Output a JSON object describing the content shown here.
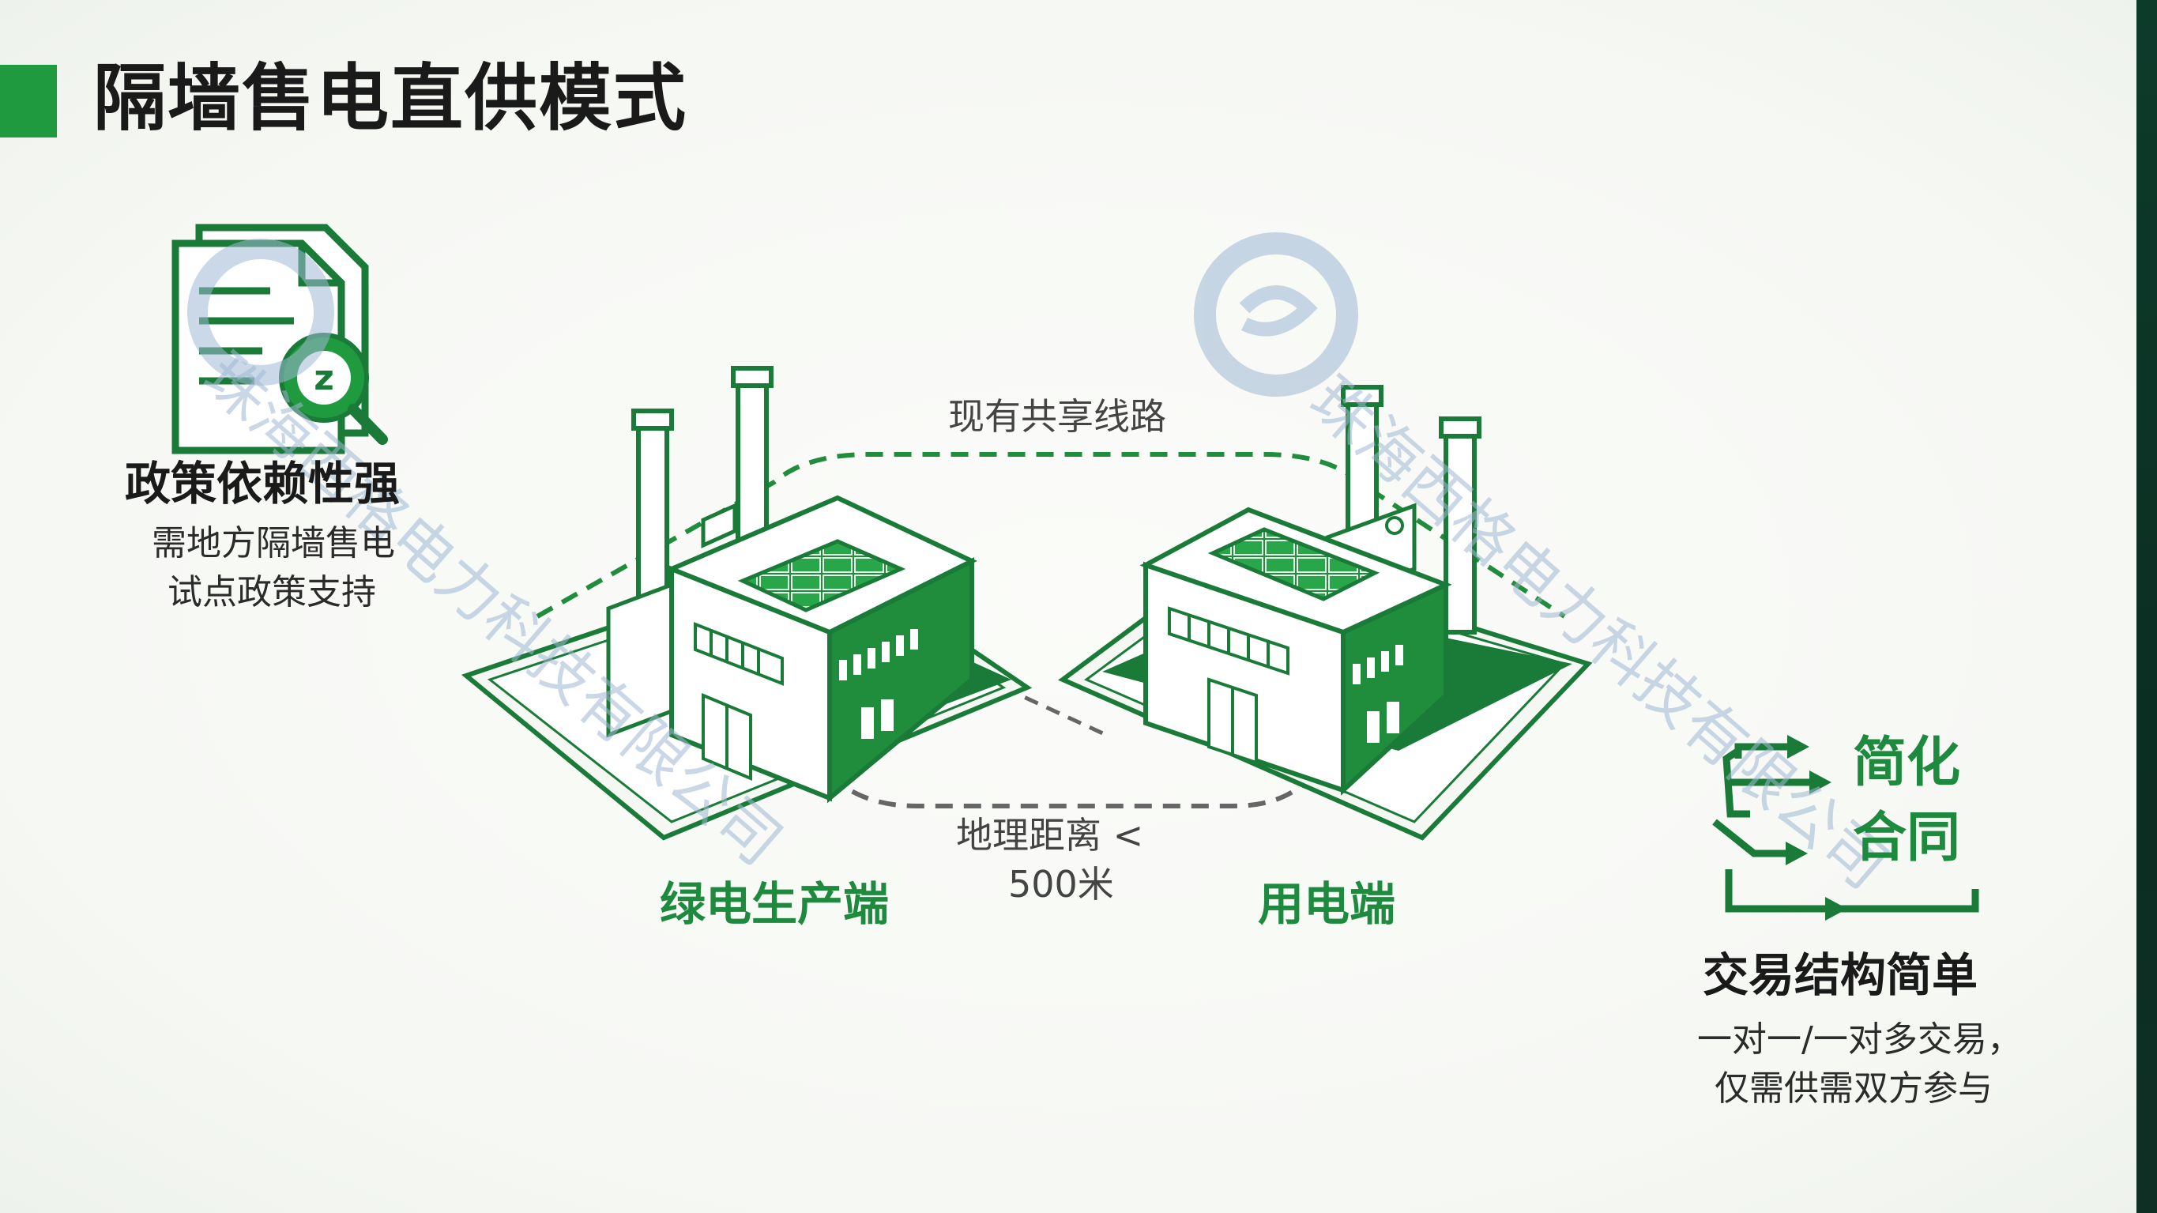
{
  "title": "隔墙售电直供模式",
  "policy": {
    "heading": "政策依赖性强",
    "line1": "需地方隔墙售电",
    "line2": "试点政策支持"
  },
  "diagram": {
    "shared_line_label": "现有共享线路",
    "distance_label_line1": "地理距离 <",
    "distance_label_line2": "500米",
    "producer_label": "绿电生产端",
    "consumer_label": "用电端"
  },
  "contract": {
    "line1": "简化",
    "line2": "合同"
  },
  "trade": {
    "heading": "交易结构简单",
    "line1": "一对一/一对多交易，",
    "line2": "仅需供需双方参与"
  },
  "watermark": {
    "text1": "珠海西格电力科技有限公司",
    "text2": "珠海西格电力科技有限公司"
  },
  "colors": {
    "accent": "#1f9a3f",
    "dark_green": "#1a7a38",
    "watermark": "#9fb8d4"
  },
  "icons": [
    "document-magnifier-icon",
    "factory-icon",
    "factory-icon",
    "contract-cycle-arrows-icon",
    "company-logo-watermark-icon"
  ]
}
